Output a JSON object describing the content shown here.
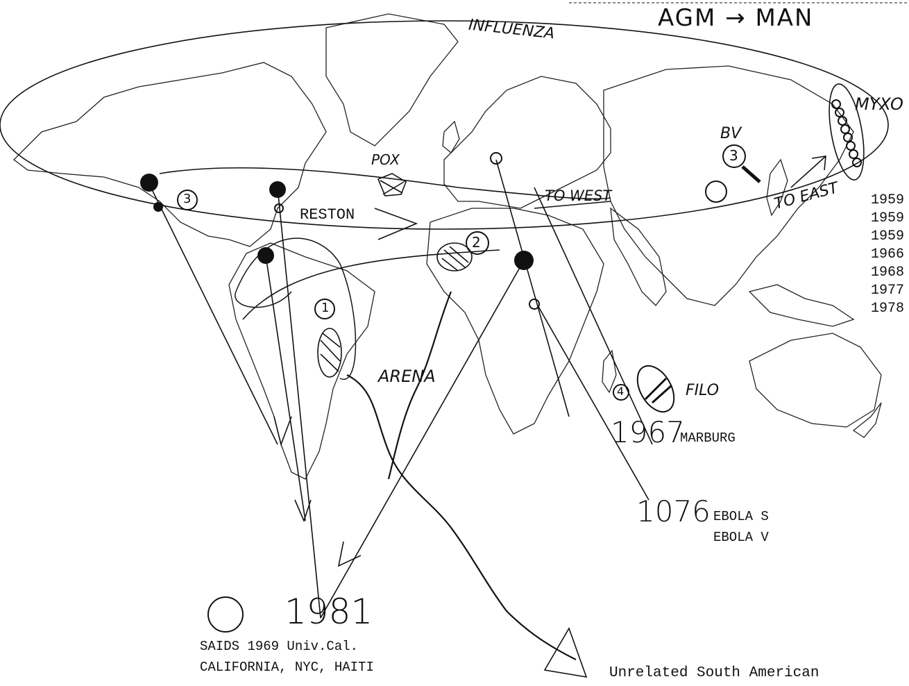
{
  "title": "AGM → MAN",
  "labels": {
    "influenza": "INFLUENZA",
    "myxo": "MYXO",
    "bv": "BV",
    "pox": "POX",
    "reston": "RESTON",
    "to_west": "TO WEST",
    "to_east": "TO EAST",
    "arena": "ARENA",
    "filo": "FILO",
    "circle_1": "1",
    "circle_2": "2",
    "circle_3a": "3",
    "circle_3b": "3",
    "circle_4": "4"
  },
  "years_right": [
    "1959",
    "1959",
    "1959",
    "1966",
    "1968",
    "1977",
    "1978"
  ],
  "events": {
    "marburg": {
      "year": "1967",
      "name": "MARBURG"
    },
    "ebola": {
      "year": "1076",
      "line1": "EBOLA S",
      "line2": "EBOLA V"
    },
    "aids": {
      "year": "1981",
      "line1": "SAIDS 1969 Univ.Cal.",
      "line2": "CALIFORNIA, NYC, HAITI"
    }
  },
  "footer_note": "Unrelated South American",
  "colors": {
    "ink": "#111111",
    "paper": "#ffffff"
  }
}
